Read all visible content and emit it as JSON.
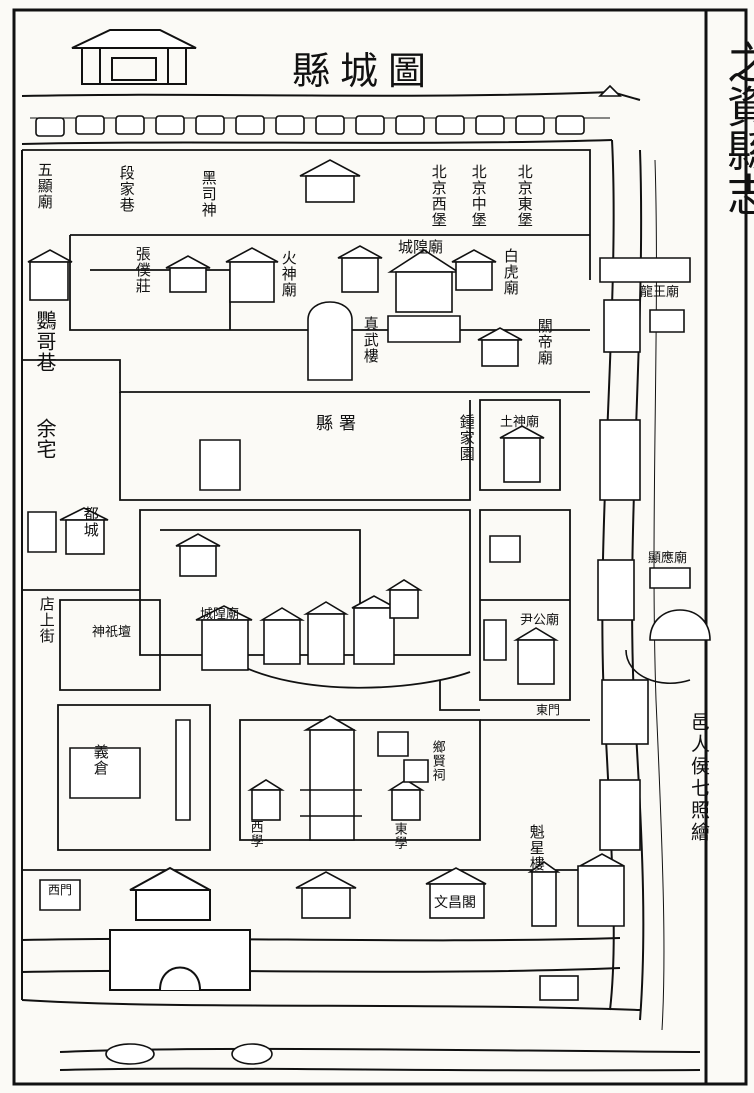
{
  "map": {
    "title": "縣城圖",
    "side_text": "之資縣志",
    "credit": "邑人侯七照繪",
    "labels": {
      "wuxian_miao": "五顯廟",
      "duan_jia_xiang": "段家巷",
      "hei_si_shen": "黑司神",
      "bei_jing_xi_bao": "北京西堡",
      "bei_jing_zhong_bao": "北京中堡",
      "bei_jing_dong_bao": "北京東堡",
      "zhang_pu_zhuang": "張僕莊",
      "huo_shen_miao": "火神廟",
      "cheng_huang_miao": "城隍廟",
      "bai_hu_miao": "白虎廟",
      "guan_di_miao": "關帝廟",
      "zhen_wu_lou": "真武樓",
      "ge_ge_xiang": "鸚哥巷",
      "yu_zhai": "余宅",
      "xian_shu": "縣署",
      "zhong_jia_yuan": "鍾家園",
      "tu_shen_miao": "土神廟",
      "dian_shang_jie": "店上街",
      "long_wang_miao": "龍王廟",
      "du_cheng": "都城",
      "yi_gong_miao": "尹公廟",
      "cheng_huang_zhu": "城隍廟",
      "xi_xue": "西學",
      "dong_xue": "東學",
      "wen_chang_ge": "文昌閣",
      "kui_xing_lou": "魁星樓",
      "xiang_xian_ci": "鄉賢祠",
      "yi_cang": "義倉",
      "xian_ying_miao": "顯應廟",
      "dong_men": "東門",
      "xi_men": "西門",
      "shen_ji_tan": "神祇壇"
    }
  }
}
